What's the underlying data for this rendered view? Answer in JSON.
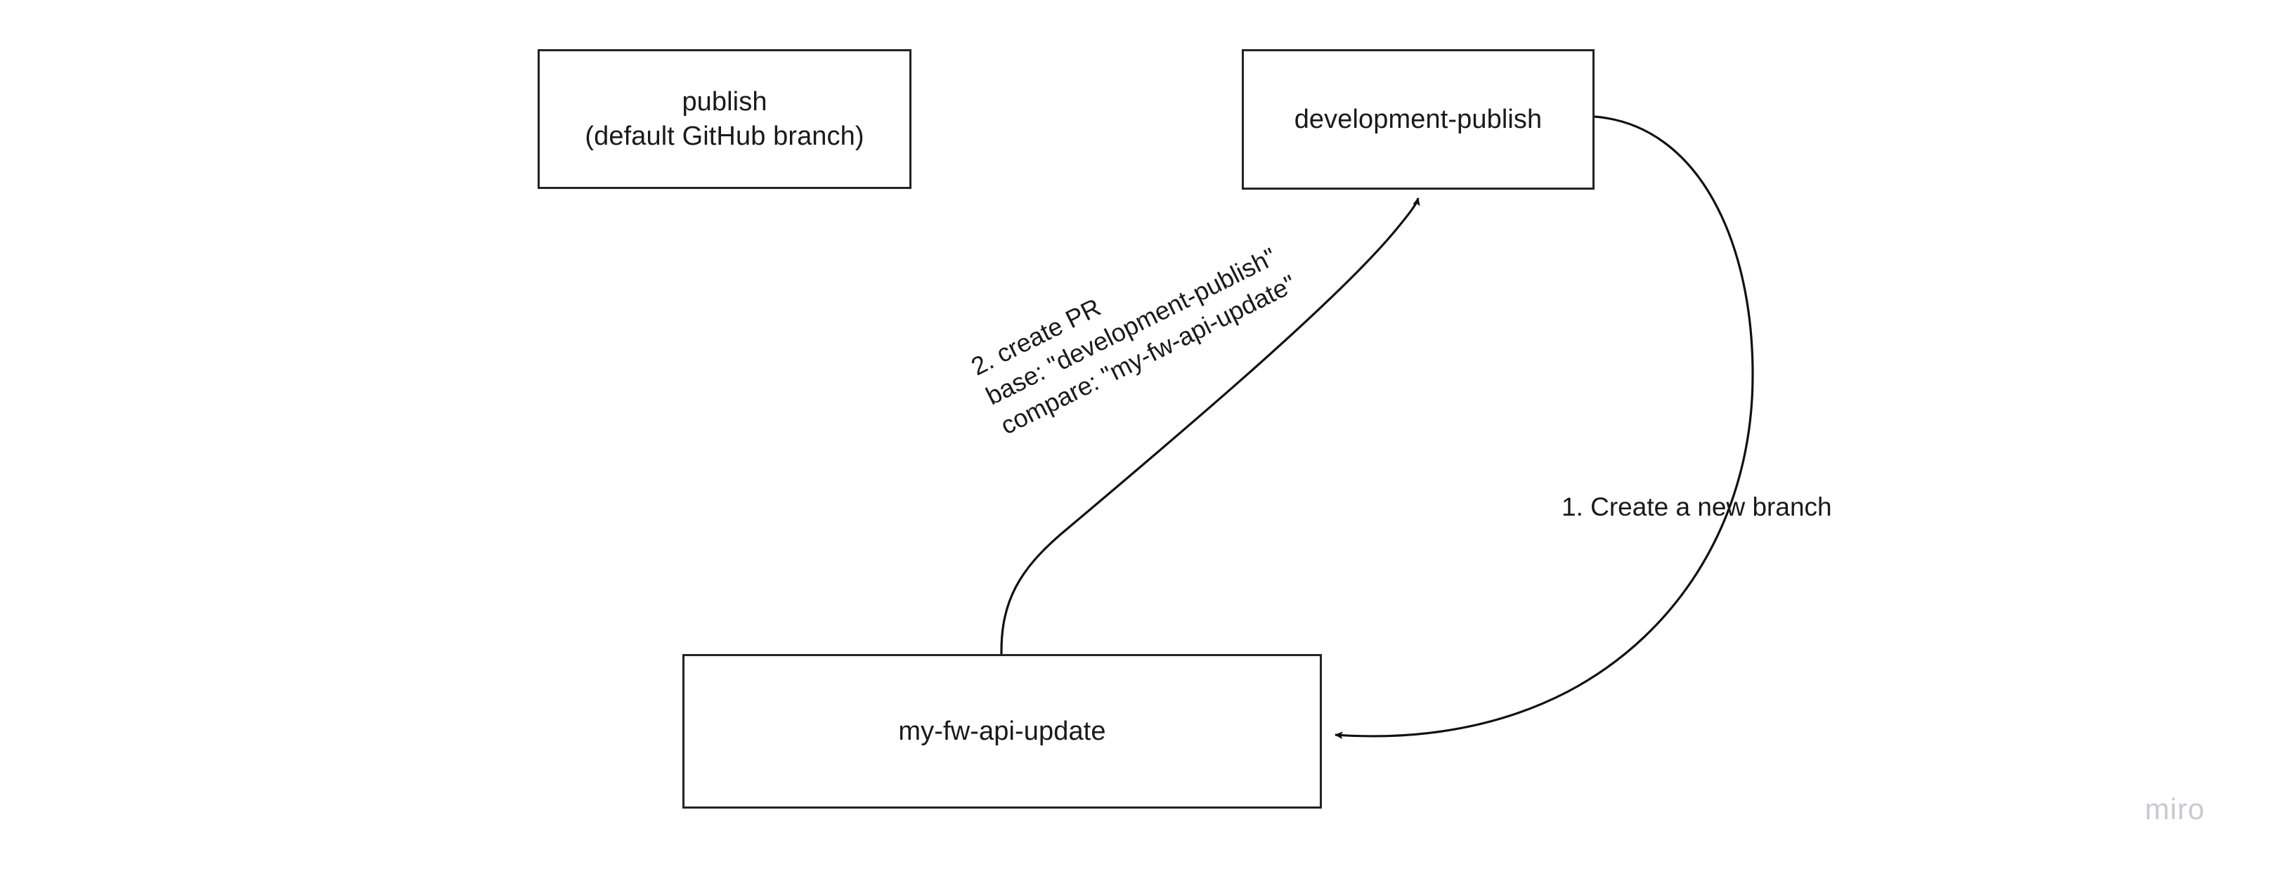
{
  "canvas": {
    "background": "#ffffff",
    "stroke_color": "#232323",
    "text_color": "#1a1a1a",
    "edge_color": "#111111"
  },
  "nodes": [
    {
      "id": "publish",
      "label": "publish\n(default GitHub branch)"
    },
    {
      "id": "development-publish",
      "label": "development-publish"
    },
    {
      "id": "my-fw-api-update",
      "label": "my-fw-api-update"
    }
  ],
  "edges": [
    {
      "id": "create-branch",
      "label": "1. Create a new branch",
      "from": "development-publish",
      "to": "my-fw-api-update"
    },
    {
      "id": "create-pr",
      "label": "2. create PR\nbase: \"development-publish\"\ncompare: \"my-fw-api-update\"",
      "from": "my-fw-api-update",
      "to": "development-publish"
    }
  ],
  "watermark": {
    "text": "miro",
    "color": "#c9c9d4"
  }
}
